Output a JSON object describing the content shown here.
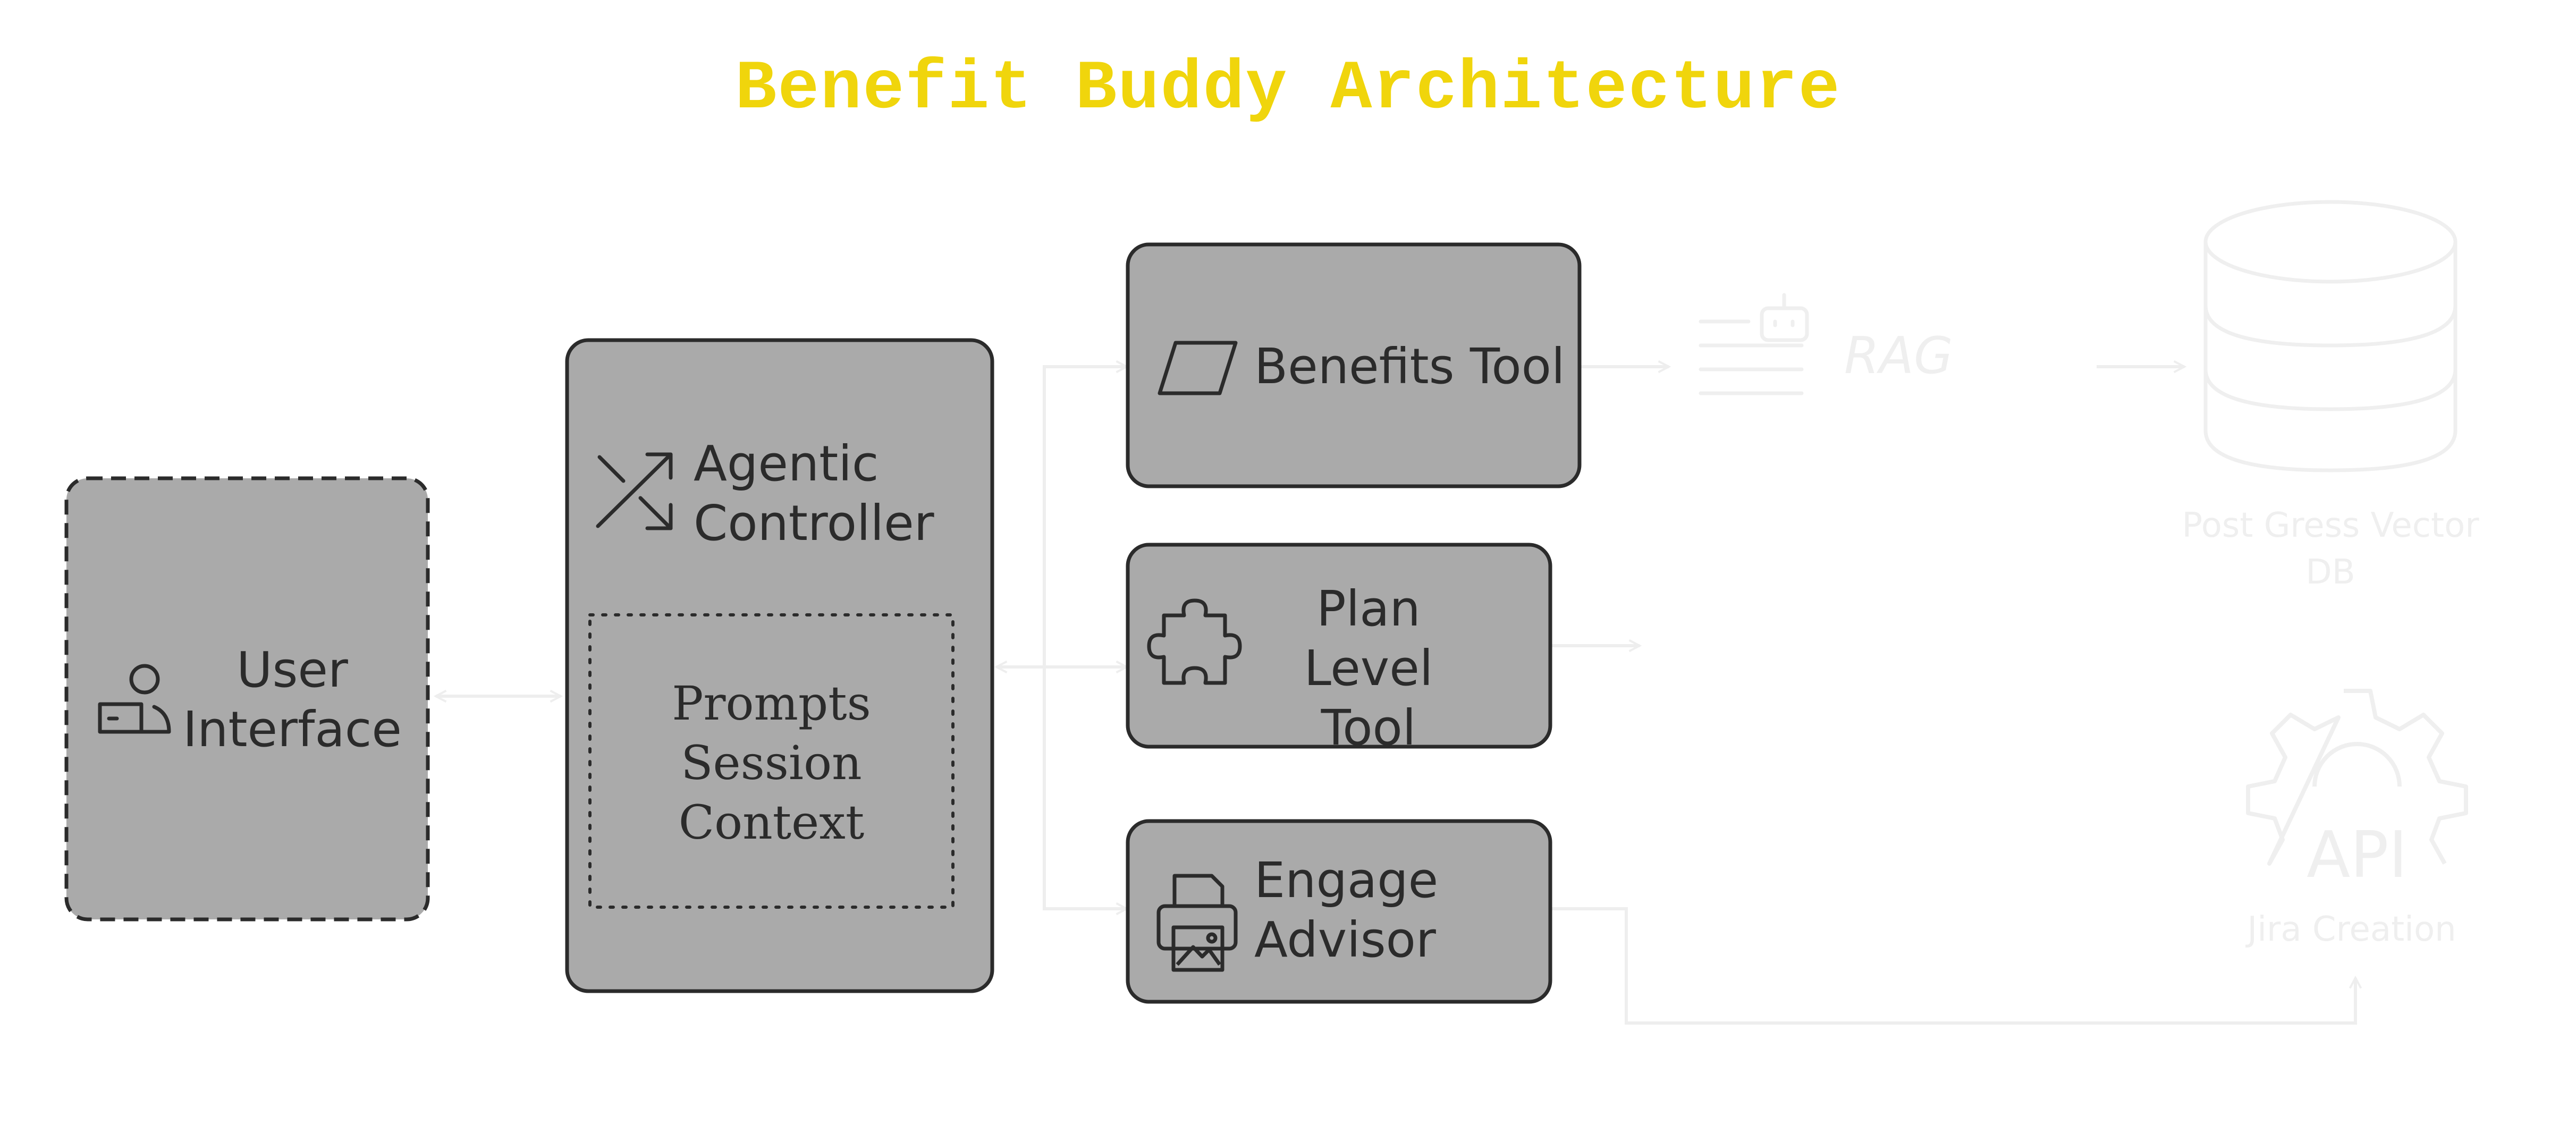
{
  "title": "Benefit Buddy Architecture",
  "colors": {
    "title": "#f0d50c",
    "node_fill": "#aaaaaa",
    "node_stroke": "#2b2b2b",
    "connector": "#eeeeee",
    "faint_node": "#efefef"
  },
  "nodes": {
    "user_interface": {
      "line1": "User",
      "line2": "Interface",
      "icon": "user-laptop-icon"
    },
    "agentic_controller": {
      "line1": "Agentic",
      "line2": "Controller",
      "icon": "shuffle-arrows-icon"
    },
    "context_box": {
      "line1": "Prompts",
      "line2": "Session",
      "line3": "Context"
    },
    "benefits_tool": {
      "label": "Benefits Tool",
      "icon": "parallelogram-icon"
    },
    "plan_level_tool": {
      "line1": "Plan Level",
      "line2": "Tool",
      "icon": "puzzle-icon"
    },
    "engage_advisor": {
      "line1": "Engage",
      "line2": "Advisor",
      "icon": "printer-image-icon"
    },
    "rag": {
      "label": "RAG",
      "icon": "robot-document-icon"
    },
    "vector_db": {
      "line1": "Post Gress Vector",
      "line2": "DB",
      "icon": "database-icon"
    },
    "jira": {
      "api_label": "API",
      "label": "Jira Creation",
      "icon": "gear-api-icon"
    }
  }
}
